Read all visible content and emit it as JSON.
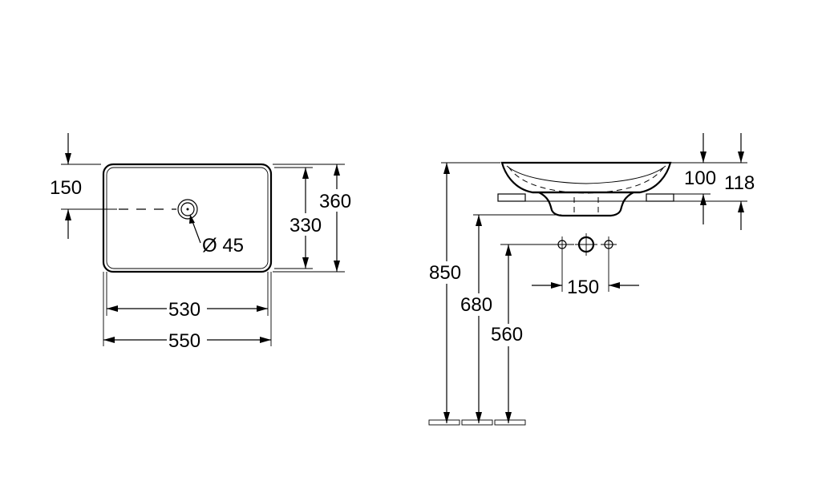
{
  "top_view": {
    "dim_150": "150",
    "dim_330": "330",
    "dim_360": "360",
    "dim_530": "530",
    "dim_550": "550",
    "dim_drain": "Ø 45"
  },
  "side_view": {
    "dim_100": "100",
    "dim_118": "118",
    "dim_850": "850",
    "dim_680": "680",
    "dim_560": "560",
    "dim_150": "150"
  }
}
